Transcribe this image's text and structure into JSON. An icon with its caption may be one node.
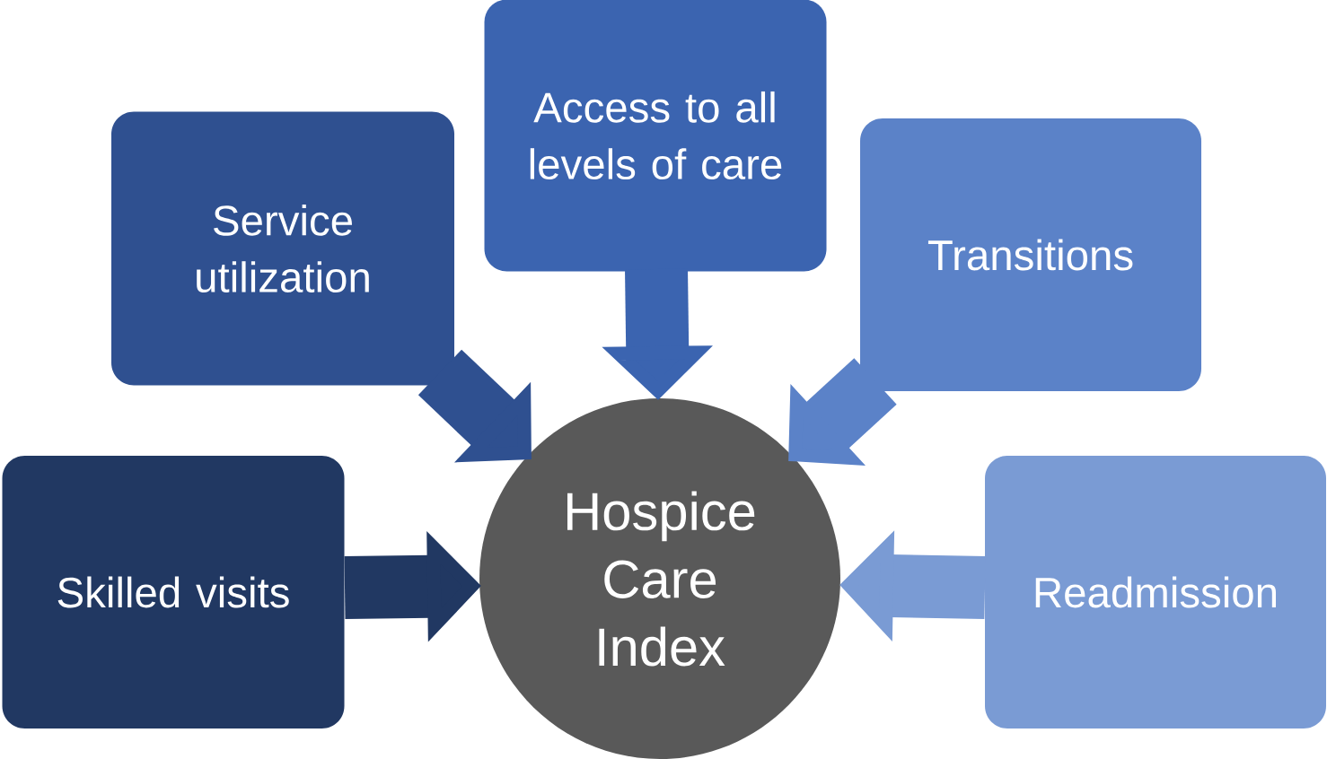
{
  "diagram": {
    "nodes": [
      {
        "text": [
          "Service utilization"
        ]
      },
      {
        "text": [
          "Access to all levels of care"
        ]
      },
      {
        "text": [
          "Transitions"
        ]
      },
      {
        "text": [
          "Skilled visits"
        ]
      },
      {
        "text": [
          "Hospice Care Index"
        ]
      },
      {
        "text": [
          "Readmission"
        ]
      }
    ],
    "edges": [
      {
        "from": 3,
        "to": 4,
        "arrow": "to",
        "color": "#213862"
      },
      {
        "from": 0,
        "to": 4,
        "arrow": "to",
        "color": "#2f5090"
      },
      {
        "from": 1,
        "to": 4,
        "arrow": "to",
        "color": "#3b64b0"
      },
      {
        "from": 2,
        "to": 4,
        "arrow": "to",
        "color": "#5b82c8"
      },
      {
        "from": 5,
        "to": 4,
        "arrow": "to",
        "color": "#7a9bd4"
      }
    ]
  }
}
